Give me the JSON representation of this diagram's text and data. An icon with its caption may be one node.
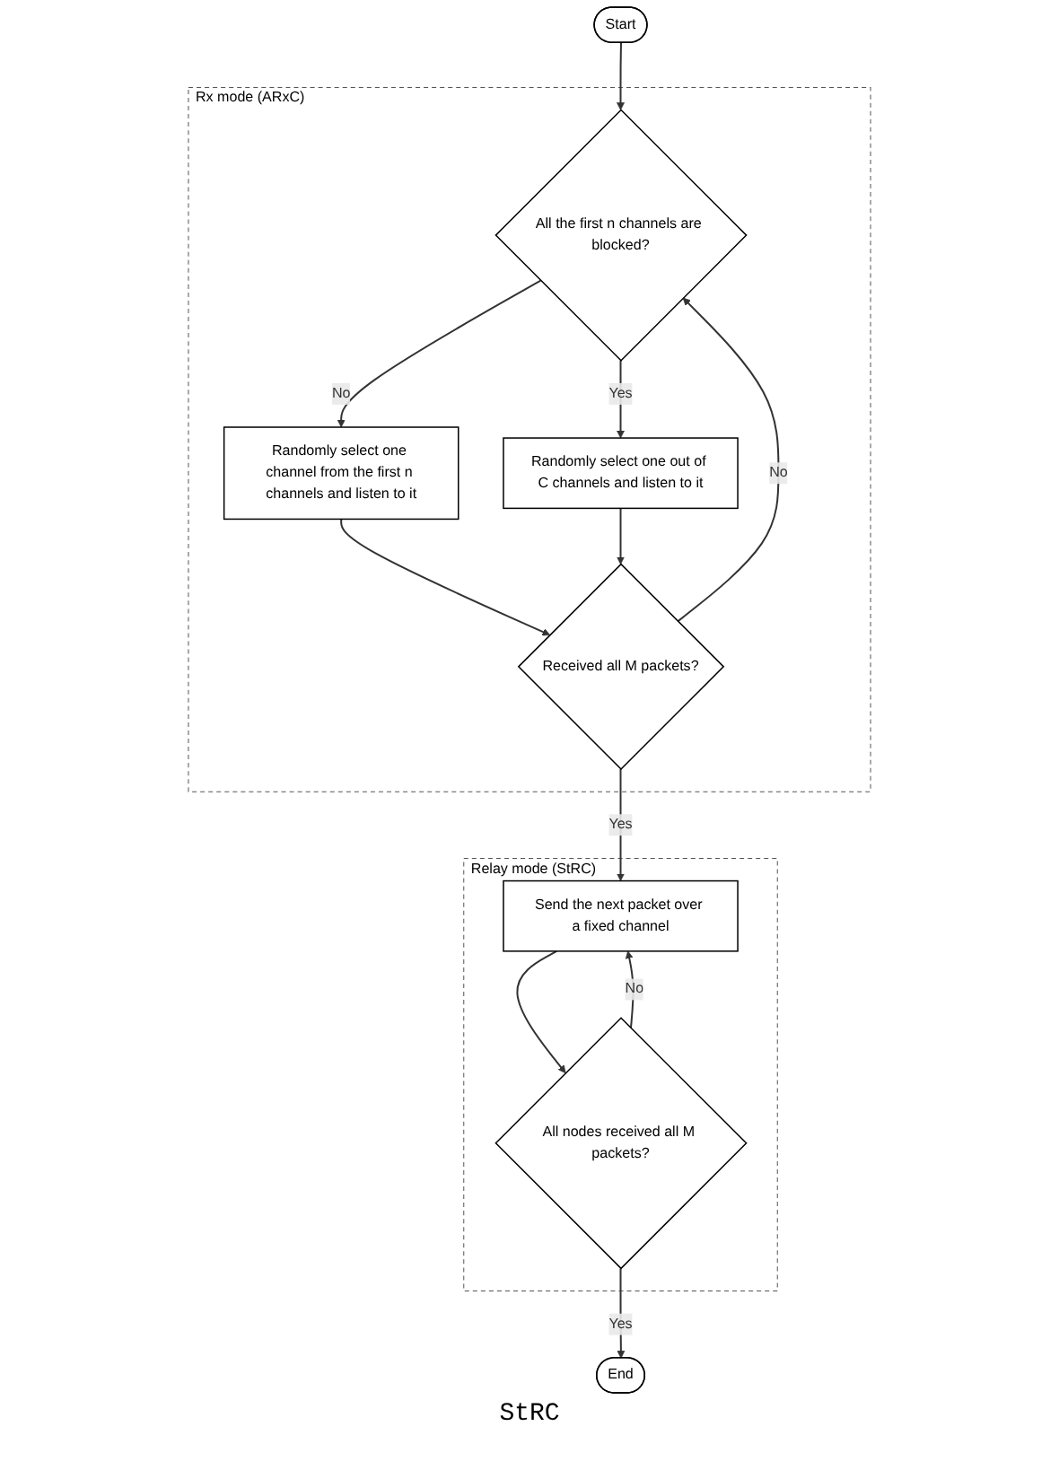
{
  "diagram": {
    "nodes": [
      {
        "text": [
          "Start"
        ]
      },
      {
        "text": [
          "Rx mode (ARxC)"
        ]
      },
      {
        "text": [
          "All the first n channels are blocked?"
        ],
        "in": 1
      },
      {
        "text": [
          "Randomly select one channel from the first n channels and listen to it"
        ],
        "in": 1
      },
      {
        "text": [
          "Randomly select one out of C channels and listen to it"
        ],
        "in": 1
      },
      {
        "text": [
          "Received all M packets?"
        ],
        "in": 1
      },
      {
        "text": [
          "Relay mode (StRC)"
        ]
      },
      {
        "text": [
          "Send the next packet over a fixed channel"
        ],
        "in": 6
      },
      {
        "text": [
          "All nodes received all M packets?"
        ],
        "in": 6
      },
      {
        "text": [
          "End"
        ]
      }
    ],
    "edges": [
      {
        "from": 0,
        "to": 2,
        "arrow": "to"
      },
      {
        "from": 2,
        "to": 4,
        "label": "Yes",
        "arrow": "to"
      },
      {
        "from": 2,
        "to": 3,
        "label": "No",
        "arrow": "to"
      },
      {
        "from": 3,
        "to": 5,
        "arrow": "to"
      },
      {
        "from": 4,
        "to": 5,
        "arrow": "to"
      },
      {
        "from": 5,
        "to": 2,
        "label": "No",
        "arrow": "to"
      },
      {
        "from": 5,
        "to": 7,
        "label": "Yes",
        "arrow": "to"
      },
      {
        "from": 7,
        "to": 8,
        "arrow": "to"
      },
      {
        "from": 8,
        "to": 7,
        "label": "No",
        "arrow": "to"
      },
      {
        "from": 8,
        "to": 9,
        "label": "Yes",
        "arrow": "to"
      }
    ],
    "labels": [
      "StRC"
    ]
  }
}
